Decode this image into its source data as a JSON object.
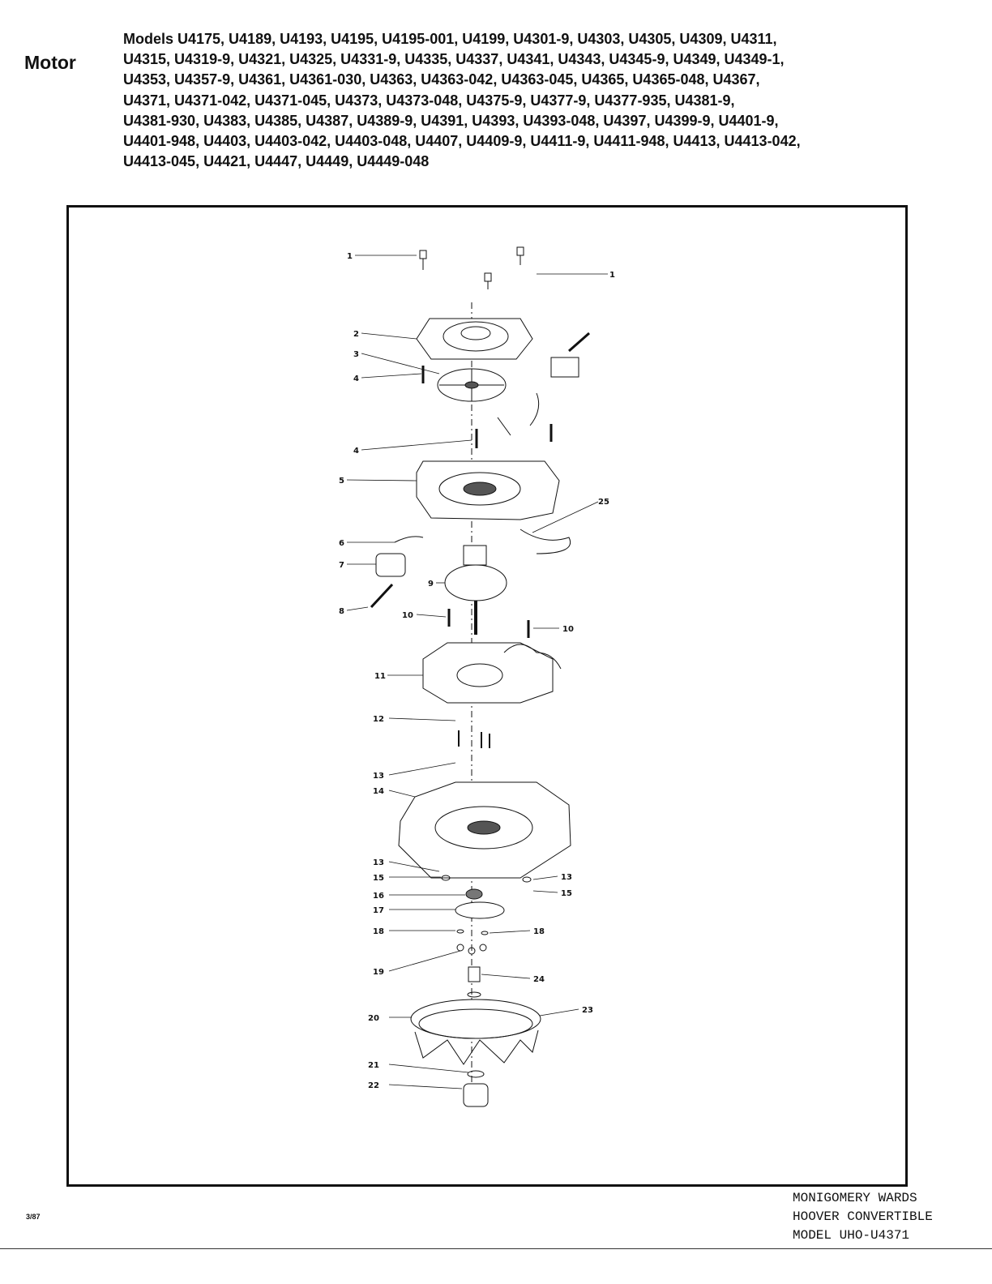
{
  "header": {
    "section_title": "Motor",
    "model_lines": [
      "Models U4175, U4189, U4193, U4195, U4195-001, U4199, U4301-9, U4303, U4305, U4309, U4311,",
      "U4315, U4319-9, U4321, U4325, U4331-9, U4335, U4337, U4341, U4343, U4345-9, U4349, U4349-1,",
      "U4353, U4357-9, U4361, U4361-030, U4363, U4363-042, U4363-045, U4365, U4365-048, U4367,",
      "U4371, U4371-042, U4371-045, U4373, U4373-048, U4375-9, U4377-9, U4377-935, U4381-9,",
      "U4381-930, U4383, U4385, U4387, U4389-9, U4391, U4393, U4393-048, U4397, U4399-9, U4401-9,",
      "U4401-948, U4403, U4403-042, U4403-048, U4407, U4409-9, U4411-9, U4411-948, U4413, U4413-042,",
      "U4413-045, U4421, U4447, U4449, U4449-048"
    ]
  },
  "diagram": {
    "callouts": [
      "1",
      "1",
      "2",
      "3",
      "4",
      "4",
      "5",
      "25",
      "6",
      "7",
      "9",
      "8",
      "10",
      "10",
      "11",
      "12",
      "13",
      "14",
      "13",
      "15",
      "13",
      "15",
      "16",
      "17",
      "18",
      "18",
      "19",
      "24",
      "20",
      "23",
      "21",
      "22"
    ]
  },
  "footer": {
    "date": "3/87",
    "lines": [
      "MONIGOMERY WARDS",
      "HOOVER CONVERTIBLE",
      "MODEL UHO-U4371"
    ]
  }
}
